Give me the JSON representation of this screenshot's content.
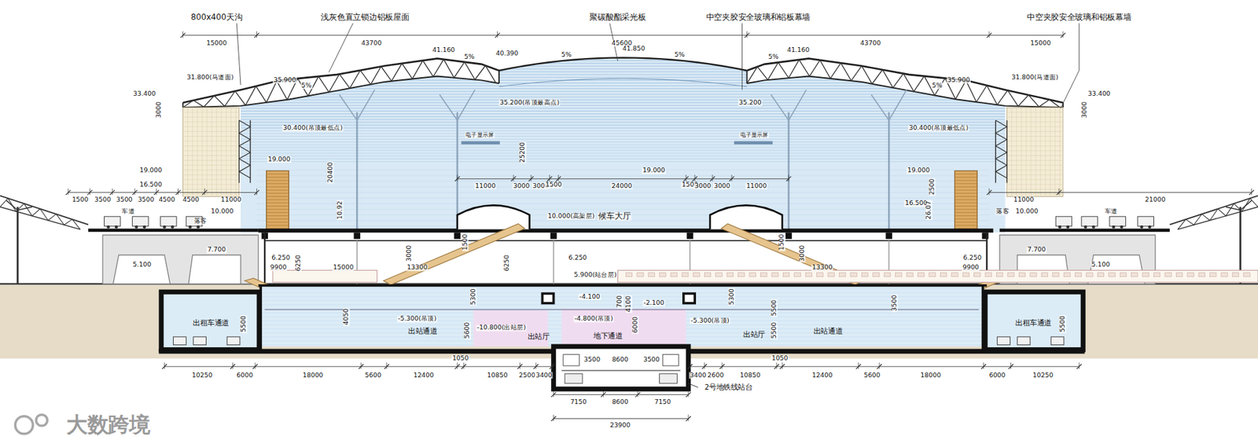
{
  "diagram": {
    "nodes": [
      {
        "text": [
          "出租车通道"
        ]
      },
      {
        "text": [
          "出站通道"
        ]
      },
      {
        "text": [
          "出站厅"
        ]
      },
      {
        "text": [
          "地下通道"
        ]
      },
      {
        "text": [
          "出站厅"
        ]
      },
      {
        "text": [
          "出站通道"
        ]
      },
      {
        "text": [
          "出租车通道"
        ]
      }
    ],
    "labels": [
      "800x400天沟",
      "浅灰色直立锁边铝板屋面",
      "聚碳酸酯采光板",
      "中空夹胶安全玻璃和铝板幕墙",
      "中空夹胶安全玻璃和铝板幕墙",
      "15000",
      "43700",
      "45600",
      "43700",
      "15000",
      "41.160",
      "40.390",
      "41.850",
      "41.160",
      "5%",
      "5%",
      "5%",
      "5%",
      "35.900",
      "5%",
      "31.800(马道面)",
      "35.900",
      "5%",
      "31.800(马道面)",
      "33.400",
      "3000",
      "33.400",
      "3000",
      "35.200(吊顶最高点)",
      "35.200",
      "30.400(吊顶最低点)",
      "30.400(吊顶最低点)",
      "电子显示屏",
      "电子显示屏",
      "19.000",
      "19.000",
      "16.500",
      "20400",
      "25200",
      "19.000",
      "19.000",
      "16.500",
      "2500",
      "1500",
      "3500",
      "3500",
      "3500",
      "4500",
      "4500",
      "11000",
      "11000",
      "3000",
      "3000",
      "1500",
      "24000",
      "1500",
      "3000",
      "3000",
      "11000",
      "11000",
      "21000",
      "车道",
      "落客",
      "10.000",
      "10.000(高架层)",
      "候车大厅",
      "落客",
      "10.000",
      "车道",
      "10.92",
      "26.07",
      "7.700",
      "7.700",
      "5.100",
      "5.100",
      "6.250",
      "6.250",
      "6.250",
      "9900",
      "15000",
      "6250",
      "6250",
      "13300",
      "13300",
      "3000",
      "3000",
      "1500",
      "1500",
      "5.900(站台层)",
      "9900",
      "5300",
      "-4.100",
      "-2.100",
      "700",
      "4100",
      "5300",
      "-5.300(吊顶)",
      "-4.800(吊顶)",
      "-5.300(吊顶)",
      "5600",
      "-10.800(出站层)",
      "6000",
      "5500",
      "5500",
      "5500",
      "5500",
      "4050",
      "3500",
      "10250",
      "6000",
      "18000",
      "5600",
      "12400",
      "1050",
      "10850",
      "2500",
      "3400",
      "3400",
      "2600",
      "10850",
      "1050",
      "12400",
      "5600",
      "18000",
      "6000",
      "10250",
      "2号地铁线站台",
      "3500",
      "8600",
      "3500",
      "7150",
      "8600",
      "7150",
      "23900",
      "大数跨境"
    ]
  }
}
